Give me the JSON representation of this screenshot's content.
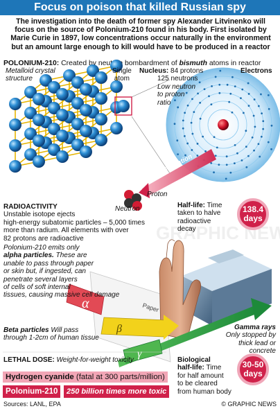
{
  "title": "Focus on poison that killed Russian spy",
  "intro": "The investigation into the death of former spy Alexander Litvinenko will focus on the source of Polonium-210 found in his body. First isolated by Marie Curie in 1897, low concentrations occur naturally in the environment but an amount large enough to kill would have to be produced in a reactor",
  "polonium_line": {
    "label": "POLONIUM-210:",
    "text_before": "Created by neutron bombardment of",
    "element": "bismuth",
    "text_after": "atoms in reactor"
  },
  "crystal": {
    "label_line1": "Metalloid crystal",
    "label_line2": "structure",
    "single_atom_line1": "Single",
    "single_atom_line2": "atom"
  },
  "nucleus": {
    "label": "Nucleus:",
    "protons": "84 protons",
    "neutrons": "125 neutrons",
    "ratio_line1": "Low neutron",
    "ratio_line2": "to proton",
    "ratio_line3": "ratio"
  },
  "electrons_label": "Electrons",
  "radiation_label": "Radiation",
  "proton_label": "Proton",
  "neutron_label": "Neutron",
  "radioactivity": {
    "heading": "RADIOACTIVITY",
    "line1": "Unstable isotope ejects",
    "line2": "high-energy subatomic particles – 5,000 times",
    "line3": "more than radium. All elements with over",
    "line4": "82 protons are radioactive"
  },
  "half_life": {
    "label": "Half-life:",
    "line1": "Time",
    "line2": "taken to halve",
    "line3": "radioactive",
    "line4": "decay",
    "value": "138.4",
    "unit": "days"
  },
  "alpha": {
    "line1": "Polonium-210 emits only",
    "line2": "alpha particles.",
    "line2b": "These are",
    "line3": "unable to pass through paper",
    "line4": "or skin but, if ingested, can",
    "line5": "penetrate several layers",
    "line6": "of cells of soft internal",
    "line7": "tissues, causing massive cell damage"
  },
  "paper_label": "Paper",
  "greek": {
    "alpha": "α",
    "beta": "β",
    "gamma": "γ"
  },
  "beta": {
    "label": "Beta particles",
    "line1": "Will pass",
    "line2": "through 1-2cm of human tissue"
  },
  "gamma": {
    "label": "Gamma rays",
    "line1": "Only stopped by",
    "line2": "thick lead or concrete"
  },
  "lethal": {
    "label": "LETHAL DOSE:",
    "text": "Weight-for-weight toxicity"
  },
  "bio_half_life": {
    "label1": "Biological",
    "label2": "half-life:",
    "line1": "Time",
    "line2": "for half amount",
    "line3": "to be cleared",
    "line4": "from human body",
    "value": "30-50",
    "unit": "days"
  },
  "hydrogen_cyanide": {
    "label": "Hydrogen cyanide",
    "text": "(fatal at 300 parts/million)"
  },
  "comparison": {
    "label": "Polonium-210",
    "text": "250 billion times more toxic"
  },
  "footer": {
    "sources": "Sources: LANL, EPA",
    "credit": "© GRAPHIC NEWS"
  },
  "colors": {
    "title_bg": "#1e76b8",
    "accent_red": "#d0214a",
    "pink": "#f2a6b6",
    "atom_blue": "#2d8fd5"
  }
}
